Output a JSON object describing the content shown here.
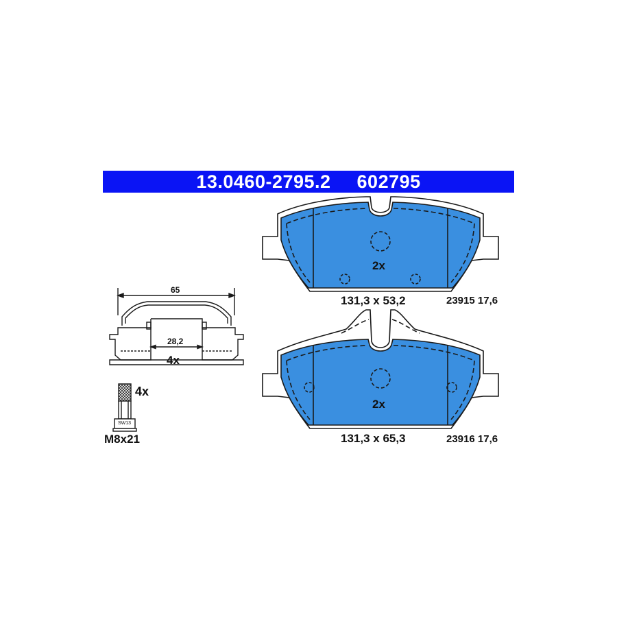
{
  "header": {
    "part_number": "13.0460-2795.2",
    "ref_number": "602795"
  },
  "pad_upper": {
    "quantity": "2x",
    "dimensions": "131,3 x 53,2",
    "code": "23915 17,6"
  },
  "pad_lower": {
    "quantity": "2x",
    "dimensions": "131,3 x 65,3",
    "code": "23916 17,6"
  },
  "clip": {
    "width_label": "65",
    "inner_label": "28,2",
    "quantity": "4x"
  },
  "bolt": {
    "quantity": "4x",
    "size": "M8x21",
    "head_label": "SW13"
  },
  "colors": {
    "banner": "#0a14f5",
    "pad_fill": "#3a8fe0",
    "outline": "#1a1a1a"
  }
}
